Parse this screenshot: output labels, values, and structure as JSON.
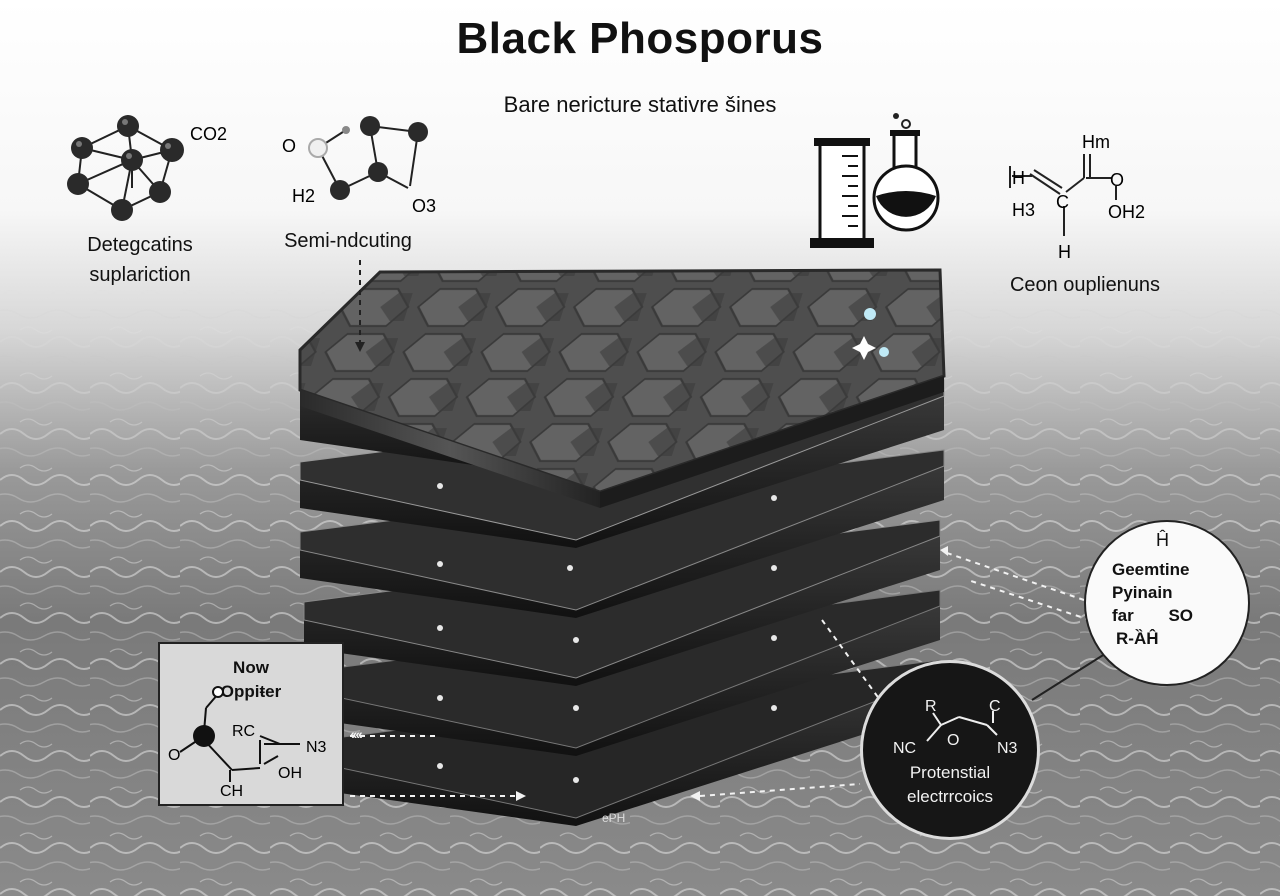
{
  "title": "Black Phosporus",
  "subtitle": "Bare nericture stativre šines",
  "labels": {
    "top_left_line1": "Detegcatins",
    "top_left_line2": "suplariction",
    "top_center": "Semi-ndcuting",
    "top_right": "Ceon ouplienuns"
  },
  "molecule_cluster": {
    "formula": "CO2"
  },
  "molecule_ring": {
    "left": "O",
    "bottom_left": "H2",
    "bottom_right": "O3"
  },
  "molecule_right": {
    "top_left": "H3",
    "h_left": "H",
    "top": "Hm",
    "center": "C",
    "bottom": "H",
    "right_o": "O",
    "right_oh": "OH2"
  },
  "boxed_inset": {
    "title_line1": "Now",
    "title_line2": "Oppiŧer",
    "o_left": "O",
    "rc": "RC",
    "n3": "N3",
    "oh": "OH",
    "ch": "CH"
  },
  "circle_white": {
    "top": "Ĥ",
    "line1": "Geemtine",
    "line2": "Pyinain",
    "line3_a": "far",
    "line3_b": "SO",
    "line4": "R-ȀĤ"
  },
  "circle_dark": {
    "r": "R",
    "c": "C",
    "nc": "NC",
    "o": "O",
    "n3": "N3",
    "line1": "Protenstial",
    "line2": "electrrcoics"
  },
  "stack_base_label": "ePH"
}
